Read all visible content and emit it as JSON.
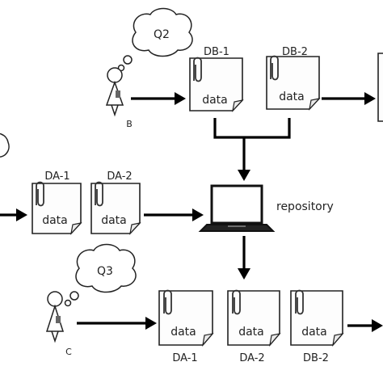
{
  "persons": {
    "b": {
      "label": "B",
      "query": "Q2"
    },
    "c": {
      "label": "C",
      "query": "Q3"
    }
  },
  "notes": {
    "db1": {
      "title": "DB-1",
      "content": "data"
    },
    "db2": {
      "title": "DB-2",
      "content": "data"
    },
    "da1": {
      "title": "DA-1",
      "content": "data"
    },
    "da2": {
      "title": "DA-2",
      "content": "data"
    },
    "c1": {
      "title": "DA-1",
      "content": "data"
    },
    "c2": {
      "title": "DA-2",
      "content": "data"
    },
    "c3": {
      "title": "DB-2",
      "content": "data"
    }
  },
  "repository": {
    "label": "repository"
  }
}
